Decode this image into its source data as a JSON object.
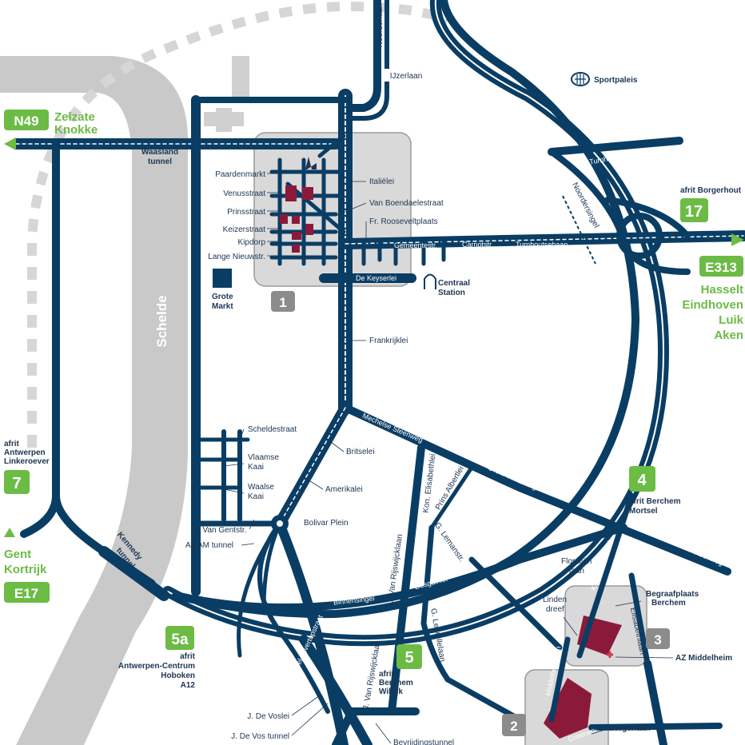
{
  "colors": {
    "road": "#0a3d64",
    "river": "#c9c9c9",
    "exit_green": "#6cbb45",
    "zone_gray": "#8c8c8c",
    "hospital_red": "#8b1a3a"
  },
  "river": {
    "name": "Schelde"
  },
  "routes": {
    "n49": {
      "code": "N49",
      "dest1": "Zelzate",
      "dest2": "Knokke"
    },
    "e313": {
      "code": "E313",
      "dest1": "Hasselt",
      "dest2": "Eindhoven",
      "dest3": "Luik",
      "dest4": "Aken"
    },
    "e17": {
      "code": "E17",
      "dest1": "Gent",
      "dest2": "Kortrijk"
    }
  },
  "exits": {
    "e7": {
      "num": "7",
      "l1": "afrit",
      "l2": "Antwerpen",
      "l3": "Linkeroever"
    },
    "e17x": {
      "num": "17",
      "l1": "afrit Borgerhout"
    },
    "e4": {
      "num": "4",
      "l1": "afrit Berchem",
      "l2": "Mortsel"
    },
    "e5": {
      "num": "5",
      "l1": "afrit",
      "l2": "Berchem",
      "l3": "Wilrijk"
    },
    "e5a": {
      "num": "5a",
      "l1": "afrit",
      "l2": "Antwerpen-Centrum",
      "l3": "Hoboken",
      "l4": "A12"
    }
  },
  "zones": {
    "z1": "1",
    "z2": "2",
    "z3": "3"
  },
  "tunnels": {
    "waasland1": "Waasland",
    "waasland2": "tunnel",
    "kennedy1": "Kennedy",
    "kennedy2": "tunnel"
  },
  "streets": {
    "noorderlaan": "Noorderlaan",
    "ijzerlaan": "IJzerlaan",
    "sportpaleis": "Sportpaleis",
    "turnhoutsebaan": "Turnhoutsebaan",
    "noordersingel": "Noordersingel",
    "paardenmarkt": "Paardenmarkt",
    "venusstraat": "Venusstraat",
    "prinsstraat": "Prinsstraat",
    "keizerstraat": "Keizerstraat",
    "kipdorp": "Kipdorp",
    "langenieuwstr": "Lange Nieuwstr.",
    "italielei": "Italiëlei",
    "vanboendaelestraat": "Van Boendaelestraat",
    "frroosevelt": "Fr. Rooseveltplaats",
    "gemeentestr": "Gemeentestr.",
    "carnotstr": "Carnotstr.",
    "turnhoutsebaan2": "Turnhoutsebaan",
    "dekeyserlei": "De Keyserlei",
    "centraal1": "Centraal",
    "centraal2": "Station",
    "grote1": "Grote",
    "grote2": "Markt",
    "frankrijklei": "Frankrijklei",
    "binnensingel_r": "Binnensingel",
    "binnensingel_r2": "Binnensingel",
    "binnensingel_r3": "Binnensingel",
    "scheldestraat": "Scheldestraat",
    "vlaamse1": "Vlaamse",
    "vlaamse2": "Kaai",
    "waalse1": "Waalse",
    "waalse2": "Kaai",
    "brit": "Britselei",
    "amerikalei": "Amerikalei",
    "mechelse": "Mechelse Steenweg",
    "grotesteenweg": "Grote Steenweg",
    "grotesteenweg2": "Grote Steenweg",
    "konelisabethlei": "Kon. Elisabethlei",
    "prinsalbertlei": "Prins Albertlei",
    "glemanstr": "G. Lemanstr.",
    "bolivar": "Bolivar Plein",
    "jvangentstr": "J. Van Gentstr.",
    "amamtunnel": "AMAM tunnel",
    "desguinlei": "Desguinlei",
    "binnensingel_bottom": "Binnensingel",
    "jvanrijswijcklaan": "J. Van Rijswijcklaan",
    "jvanrijswijcklaan2": "J. Van Rijswijcklaan",
    "glegrellelaan": "G. Legrellelaan",
    "floralien1": "Floraliën",
    "floralien2": "laan",
    "linden1": "Linden",
    "linden2": "dreef",
    "koninklijkelaan": "Koninklijke Laan",
    "begraaf1": "Begraafplaats",
    "begraaf2": "Berchem",
    "elisabethlaan": "Elisabethlaan",
    "azmiddelheim": "AZ Middelheim",
    "middelheimlaan": "Middelheimlaan",
    "beukenlaan": "Beukenlaan",
    "kolonel": "Kolonel Silvertopstraat",
    "jdevoslei": "J. De Voslei",
    "jdevostunnel": "J. De Vos tunnel",
    "bevrijdingstunnel": "Bevrijdingstunnel",
    "groenen": "Groenen-",
    "borgerlaan": "borgerlaan"
  }
}
